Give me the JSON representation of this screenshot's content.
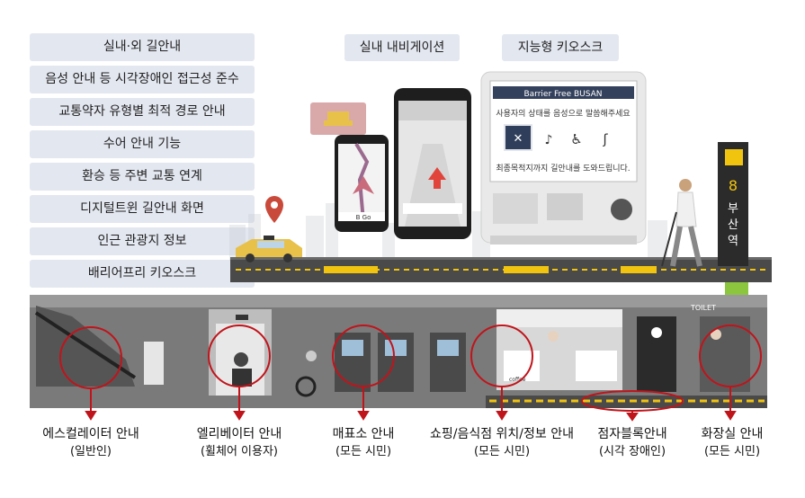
{
  "features": [
    "실내·외 길안내",
    "음성 안내 등 시각장애인 접근성 준수",
    "교통약자 유형별 최적 경로 안내",
    "수어 안내 기능",
    "환승 등 주변 교통 연계",
    "디지털트윈 길안내 화면",
    "인근 관광지 정보",
    "배리어프리 키오스크"
  ],
  "sections": {
    "indoor_navigation": "실내 내비게이션",
    "smart_kiosk": "지능형 키오스크"
  },
  "kiosk": {
    "header": "Barrier Free BUSAN",
    "prompt": "사용자의 상태를 음성으로 말씀해주세요",
    "footer": "최종목적지까지 길안내를 도와드립니다."
  },
  "phone": {
    "brand": "B Go"
  },
  "station": {
    "number": "8",
    "name": "부산역"
  },
  "underground": {
    "toilet_sign": "TOILET",
    "cafe_sign": "coffee"
  },
  "bottom_labels": [
    {
      "title": "에스컬레이터 안내",
      "sub": "(일반인)"
    },
    {
      "title": "엘리베이터 안내",
      "sub": "(휠체어 이용자)"
    },
    {
      "title": "매표소 안내",
      "sub": "(모든 시민)"
    },
    {
      "title": "쇼핑/음식점 위치/정보 안내",
      "sub": "(모든 시민)"
    },
    {
      "title": "점자블록안내",
      "sub": "(시각 장애인)"
    },
    {
      "title": "화장실 안내",
      "sub": "(모든 시민)"
    }
  ],
  "colors": {
    "highlight_red": "#c0141b",
    "label_bg": "#e3e7f0",
    "road_yellow": "#f1c40f",
    "arrow_green": "#8cc63f",
    "underground_gray": "#6b6b6b"
  }
}
